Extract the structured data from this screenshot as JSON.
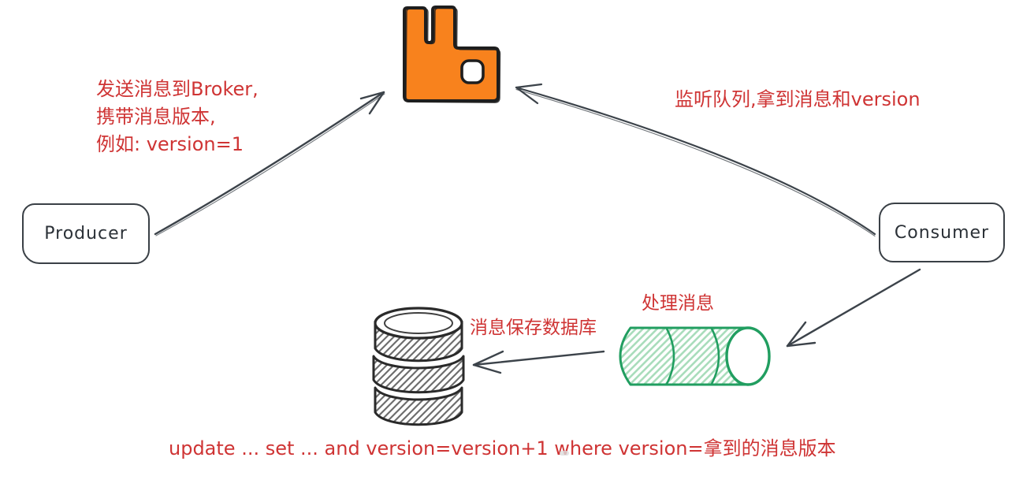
{
  "diagram": {
    "title_hint": "message-versioning-with-rabbitmq",
    "producer_label": "Producer",
    "consumer_label": "Consumer",
    "notes": {
      "produce_line1": "发送消息到Broker,",
      "produce_line2": "携带消息版本,",
      "produce_line3": "例如: version=1",
      "consume": "监听队列,拿到消息和version",
      "save_db": "消息保存数据库",
      "process": "处理消息",
      "sql": "update ... set ... and version=version+1 where version=拿到的消息版本"
    },
    "icons": {
      "broker": "rabbitmq-broker-icon",
      "queue": "queue-cylinder-icon",
      "database": "database-icon"
    },
    "colors": {
      "annotation_red": "#cf3434",
      "broker_orange": "#f8821d",
      "queue_green": "#219e60",
      "queue_green_hatch": "#a9ddbc",
      "database_gray": "#6e6e6e",
      "stroke_dark": "#3c434a"
    }
  }
}
